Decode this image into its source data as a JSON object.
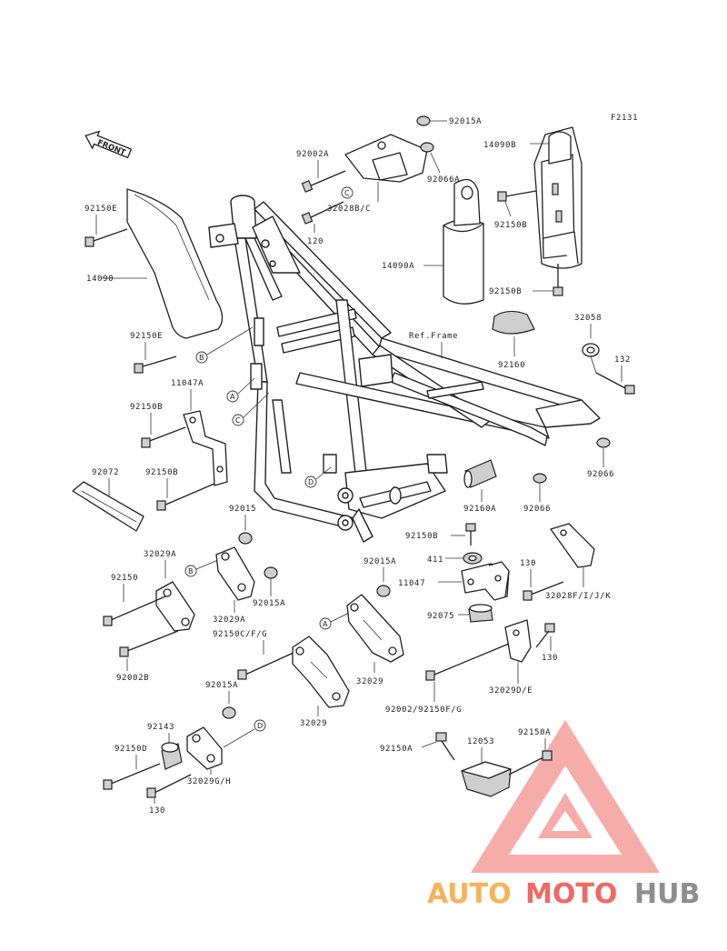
{
  "figure_code": "F2131",
  "front_label": "FRONT",
  "ref_frame": "Ref.Frame",
  "callout_letters": {
    "a": "A",
    "b": "B",
    "c": "C",
    "d": "D"
  },
  "parts": {
    "p92015A_top": "92015A",
    "p92002A": "92002A",
    "p92066A": "92066A",
    "p14090B": "14090B",
    "p32028BC": "32028B/C",
    "p120": "120",
    "p92150B_a": "92150B",
    "p14090A": "14090A",
    "p92150B_b": "92150B",
    "p92150E_a": "92150E",
    "p14090": "14090",
    "p92150E_b": "92150E",
    "p32058": "32058",
    "p92160": "92160",
    "p132": "132",
    "p11047A": "11047A",
    "p92150B_c": "92150B",
    "p92072": "92072",
    "p92150B_d": "92150B",
    "p92066_a": "92066",
    "p92160A": "92160A",
    "p92066_b": "92066",
    "p92015": "92015",
    "p92150B_e": "92150B",
    "p32029A_a": "32029A",
    "p411": "411",
    "p130_a": "130",
    "p92015A_a": "92015A",
    "p11047": "11047",
    "p92150": "92150",
    "p32029A_b": "32029A",
    "p92015A_b": "92015A",
    "p32028FIJK": "32028F/I/J/K",
    "p92075": "92075",
    "p92150CFG": "92150C/F/G",
    "p130_b": "130",
    "p92002B": "92002B",
    "p32029_a": "32029",
    "p32029DE": "32029D/E",
    "p92015A_c": "92015A",
    "p32029_b": "32029",
    "p92002_92150FG": "92002/92150F/G",
    "p92143": "92143",
    "p92150A_a": "92150A",
    "p12053": "12053",
    "p92150A_b": "92150A",
    "p92150D": "92150D",
    "p32029GH": "32029G/H",
    "p130_c": "130"
  },
  "watermark": {
    "part1": "AUTO",
    "part2": "MOTO",
    "part3": "HUB"
  },
  "colors": {
    "watermark_orange": "#f5b35a",
    "watermark_red": "#ef6a63",
    "watermark_gray": "#8e8e8e",
    "line": "#222222"
  }
}
